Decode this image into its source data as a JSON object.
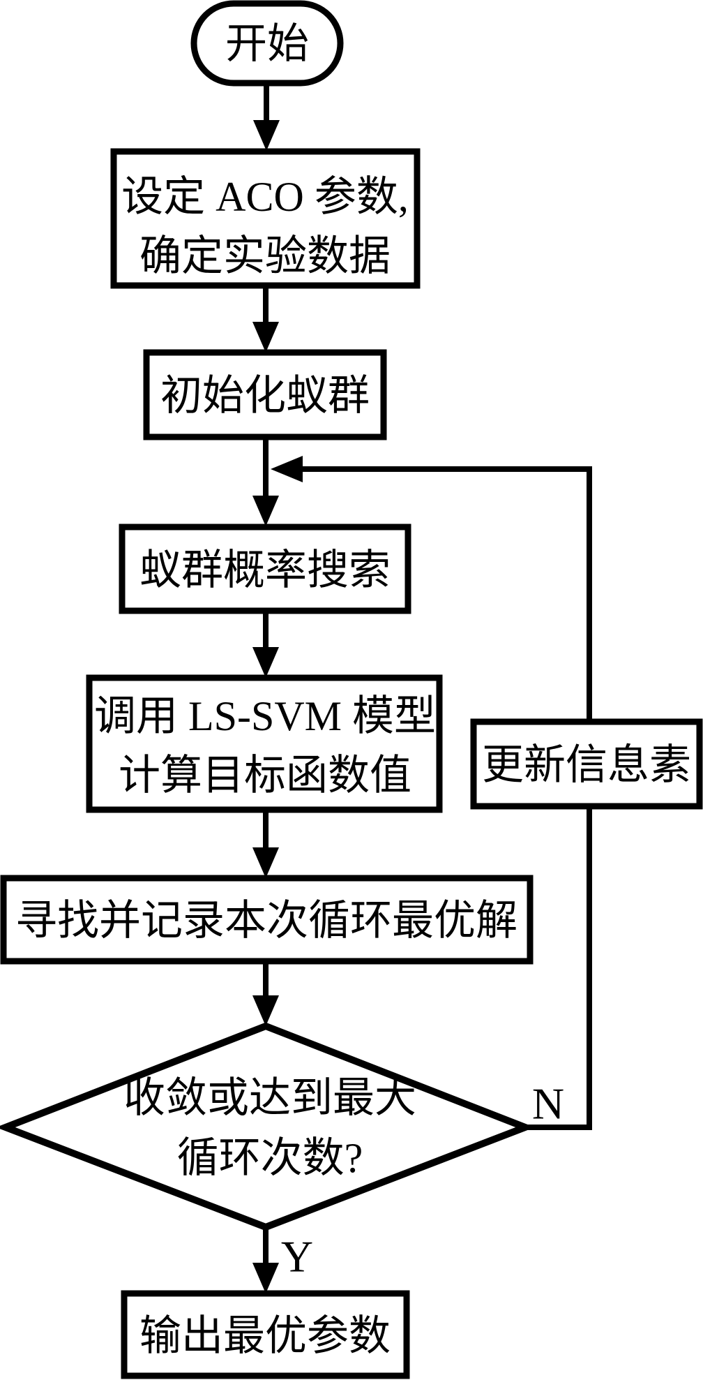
{
  "diagram": {
    "type": "flowchart",
    "colors": {
      "stroke": "#000000",
      "fill": "#ffffff",
      "background": "#ffffff"
    },
    "nodes": {
      "start": {
        "label": "开始"
      },
      "set_params": {
        "line1": "设定 ACO 参数,",
        "line2": "确定实验数据"
      },
      "init_colony": {
        "label": "初始化蚁群"
      },
      "prob_search": {
        "label": "蚁群概率搜索"
      },
      "ls_svm": {
        "line1": "调用 LS-SVM 模型",
        "line2": "计算目标函数值"
      },
      "record_best": {
        "label": "寻找并记录本次循环最优解"
      },
      "decision": {
        "line1": "收敛或达到最大",
        "line2": "循环次数?"
      },
      "update_pheromone": {
        "label": "更新信息素"
      },
      "output": {
        "label": "输出最优参数"
      }
    },
    "edges": {
      "no_label": "N",
      "yes_label": "Y"
    }
  }
}
